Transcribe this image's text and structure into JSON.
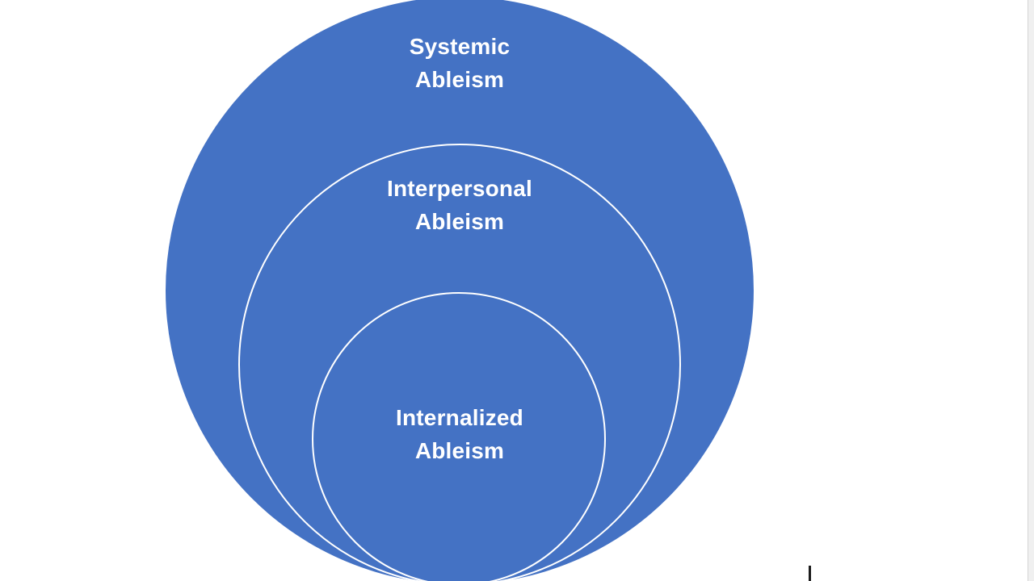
{
  "diagram": {
    "type": "stacked_venn",
    "rings": [
      {
        "id": "systemic",
        "line1": "Systemic",
        "line2": "Ableism"
      },
      {
        "id": "interpersonal",
        "line1": "Interpersonal",
        "line2": "Ableism"
      },
      {
        "id": "internalized",
        "line1": "Internalized",
        "line2": "Ableism"
      }
    ],
    "colors": {
      "ring_fill": "#4472C4",
      "ring_outline": "#FFFFFF",
      "label_text": "#FFFFFF"
    }
  },
  "editor": {
    "background_color": "#FFFFFF",
    "caret_visible": true,
    "caret_color": "#1C1C1C",
    "scrollbar_track_color": "#F0F0F0",
    "scrollbar_border_color": "#D5D5D5"
  }
}
